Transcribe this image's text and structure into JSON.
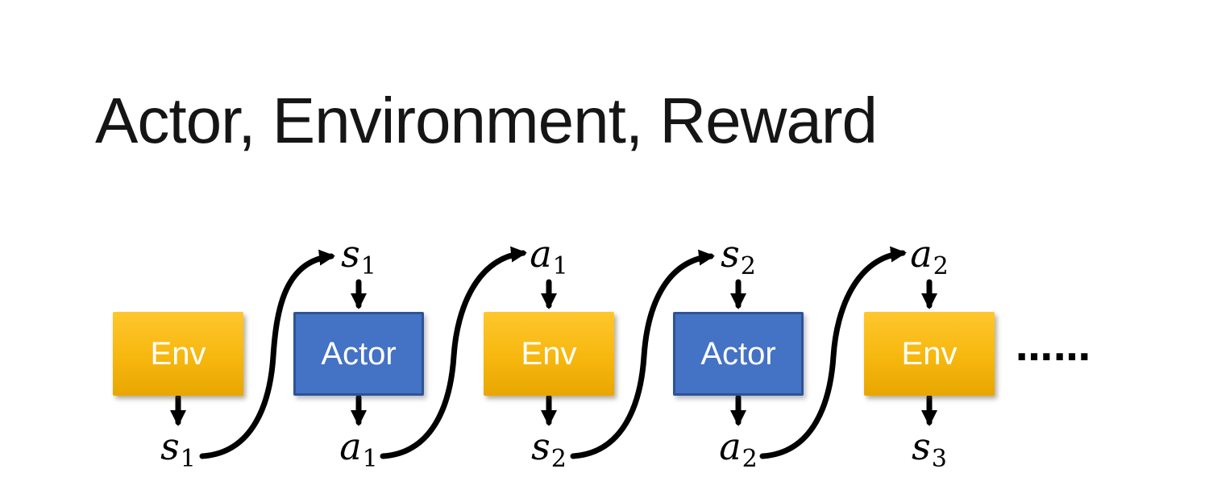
{
  "title": "Actor, Environment, Reward",
  "diagram": {
    "boxes": [
      {
        "label": "Env"
      },
      {
        "label": "Actor"
      },
      {
        "label": "Env"
      },
      {
        "label": "Actor"
      },
      {
        "label": "Env"
      }
    ],
    "top_labels": [
      {
        "base": "s",
        "sub": "1"
      },
      {
        "base": "a",
        "sub": "1"
      },
      {
        "base": "s",
        "sub": "2"
      },
      {
        "base": "a",
        "sub": "2"
      }
    ],
    "bottom_labels": [
      {
        "base": "s",
        "sub": "1"
      },
      {
        "base": "a",
        "sub": "1"
      },
      {
        "base": "s",
        "sub": "2"
      },
      {
        "base": "a",
        "sub": "2"
      },
      {
        "base": "s",
        "sub": "3"
      }
    ],
    "ellipsis": "……",
    "colors": {
      "env_gradient_top": "#FFC72E",
      "env_gradient_bottom": "#E9A602",
      "actor_fill": "#4472C4",
      "actor_border": "#2E5395",
      "arrow": "#000000",
      "box_text": "#FFFFFF",
      "title_text": "#151515"
    }
  }
}
